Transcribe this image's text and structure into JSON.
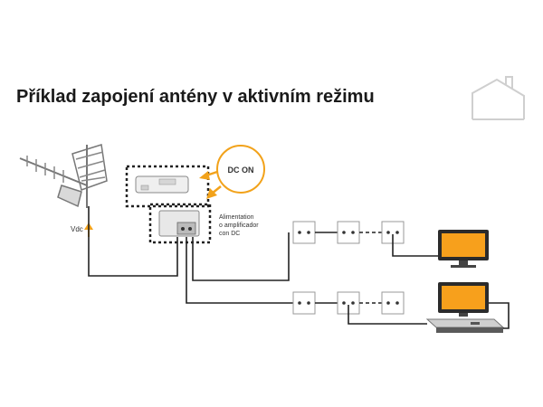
{
  "title": "Příklad zapojení antény v aktivním režimu",
  "labels": {
    "dc_on": "DC ON",
    "vdc": "Vdc",
    "power_note": [
      "Alimentation",
      "o amplificador",
      "con DC"
    ]
  },
  "colors": {
    "accent": "#f2a21a",
    "line": "#222222",
    "screen": "#f7a01c",
    "house_outline": "#cfcfcf"
  },
  "icons": [
    "house-icon",
    "antenna-icon",
    "amplifier-icon",
    "power-supply-icon",
    "tv-icon",
    "set-top-box-icon",
    "wall-socket-icon"
  ]
}
